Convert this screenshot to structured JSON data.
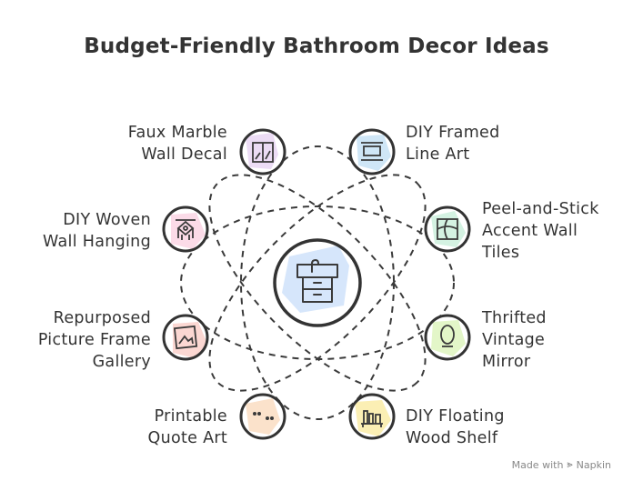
{
  "title": "Budget-Friendly Bathroom Decor Ideas",
  "center": {
    "icon": "bathroom-vanity-sink-icon",
    "color": "#d6e6fb"
  },
  "ideas": [
    {
      "id": "faux-marble",
      "lines": [
        "Faux Marble",
        "Wall Decal"
      ],
      "icon": "framed-panel-icon",
      "color": "#ecdcf5"
    },
    {
      "id": "diy-framed-line-art",
      "lines": [
        "DIY Framed",
        "Line Art"
      ],
      "icon": "picture-frame-icon",
      "color": "#cfe6f6"
    },
    {
      "id": "peel-and-stick",
      "lines": [
        "Peel-and-Stick",
        "Accent Wall",
        "Tiles"
      ],
      "icon": "tile-pattern-icon",
      "color": "#d4f2e2"
    },
    {
      "id": "thrifted-mirror",
      "lines": [
        "Thrifted",
        "Vintage",
        "Mirror"
      ],
      "icon": "oval-mirror-icon",
      "color": "#e3f6c8"
    },
    {
      "id": "floating-shelf",
      "lines": [
        "DIY Floating",
        "Wood Shelf"
      ],
      "icon": "shelf-icon",
      "color": "#fbefb4"
    },
    {
      "id": "quote-art",
      "lines": [
        "Printable",
        "Quote Art"
      ],
      "icon": "quote-marks-icon",
      "color": "#fbe2cb"
    },
    {
      "id": "picture-frame-gallery",
      "lines": [
        "Repurposed",
        "Picture Frame",
        "Gallery"
      ],
      "icon": "framed-photo-icon",
      "color": "#fbd7d2"
    },
    {
      "id": "woven-wall-hanging",
      "lines": [
        "DIY Woven",
        "Wall Hanging"
      ],
      "icon": "woven-hanging-icon",
      "color": "#fbdbe8"
    }
  ],
  "footer": {
    "text": "Made with",
    "brand": "Napkin"
  }
}
